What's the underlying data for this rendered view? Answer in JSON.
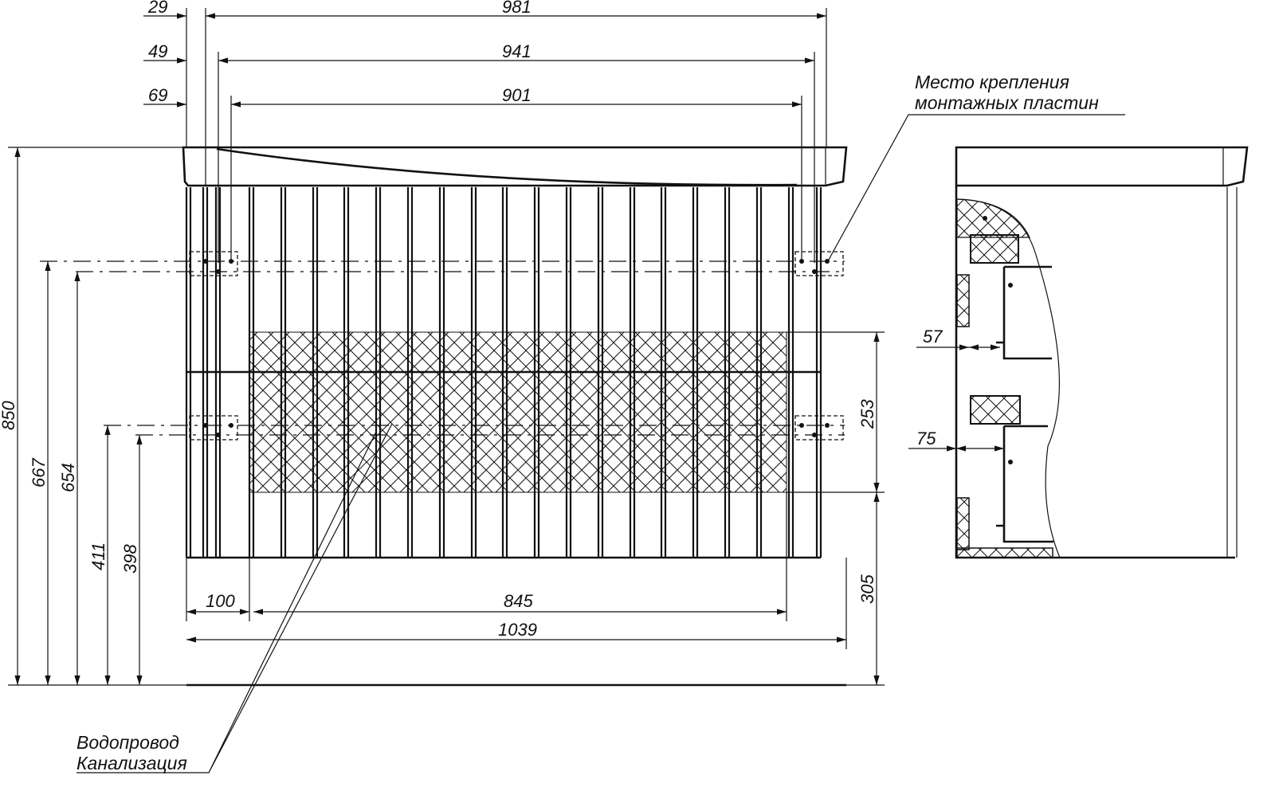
{
  "drawing": {
    "front_view": {
      "top_dims": [
        "29",
        "981",
        "49",
        "941",
        "69",
        "901"
      ],
      "left_dims": [
        "850",
        "667",
        "654",
        "411",
        "398"
      ],
      "bottom_dims": [
        "100",
        "845",
        "1039"
      ],
      "right_dims": [
        "253",
        "305"
      ]
    },
    "side_view": {
      "dims": [
        "57",
        "75"
      ]
    },
    "labels": {
      "mounting_line1": "Место крепления",
      "mounting_line2": "монтажных пластин",
      "pipes_line1": "Водопровод",
      "pipes_line2": "Канализация"
    }
  }
}
